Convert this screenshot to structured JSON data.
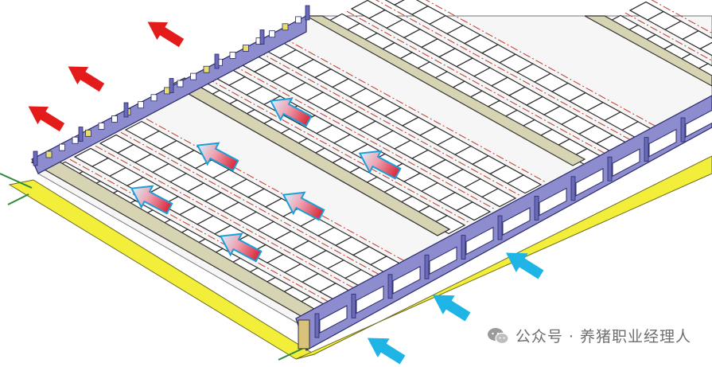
{
  "watermark": {
    "text": "公众号 · 养猪职业经理人",
    "logo_icon": "wechat-icon"
  },
  "colors": {
    "ground_strip": "#f2ee3a",
    "outer_wall": "#8c8ccf",
    "partition_wall": "#d6d4b2",
    "floor_grid": "#2b2b2b",
    "center_line": "#c0392b",
    "exhaust_arrow": "#e31b1b",
    "inlet_arrow": "#1fb4e6",
    "airflow_arrow_start": "#d8f0fb",
    "airflow_arrow_end": "#d8283a",
    "window": "#ffffff",
    "window_pane": "#e8e06a"
  },
  "arrows": {
    "exhaust": [
      {
        "name": "exhaust-arrow-1"
      },
      {
        "name": "exhaust-arrow-2"
      },
      {
        "name": "exhaust-arrow-3"
      }
    ],
    "inlet": [
      {
        "name": "inlet-arrow-1"
      },
      {
        "name": "inlet-arrow-2"
      },
      {
        "name": "inlet-arrow-3"
      }
    ],
    "airflow": [
      {
        "name": "airflow-arrow-1"
      },
      {
        "name": "airflow-arrow-2"
      },
      {
        "name": "airflow-arrow-3"
      },
      {
        "name": "airflow-arrow-4"
      },
      {
        "name": "airflow-arrow-5"
      },
      {
        "name": "airflow-arrow-6"
      }
    ]
  }
}
